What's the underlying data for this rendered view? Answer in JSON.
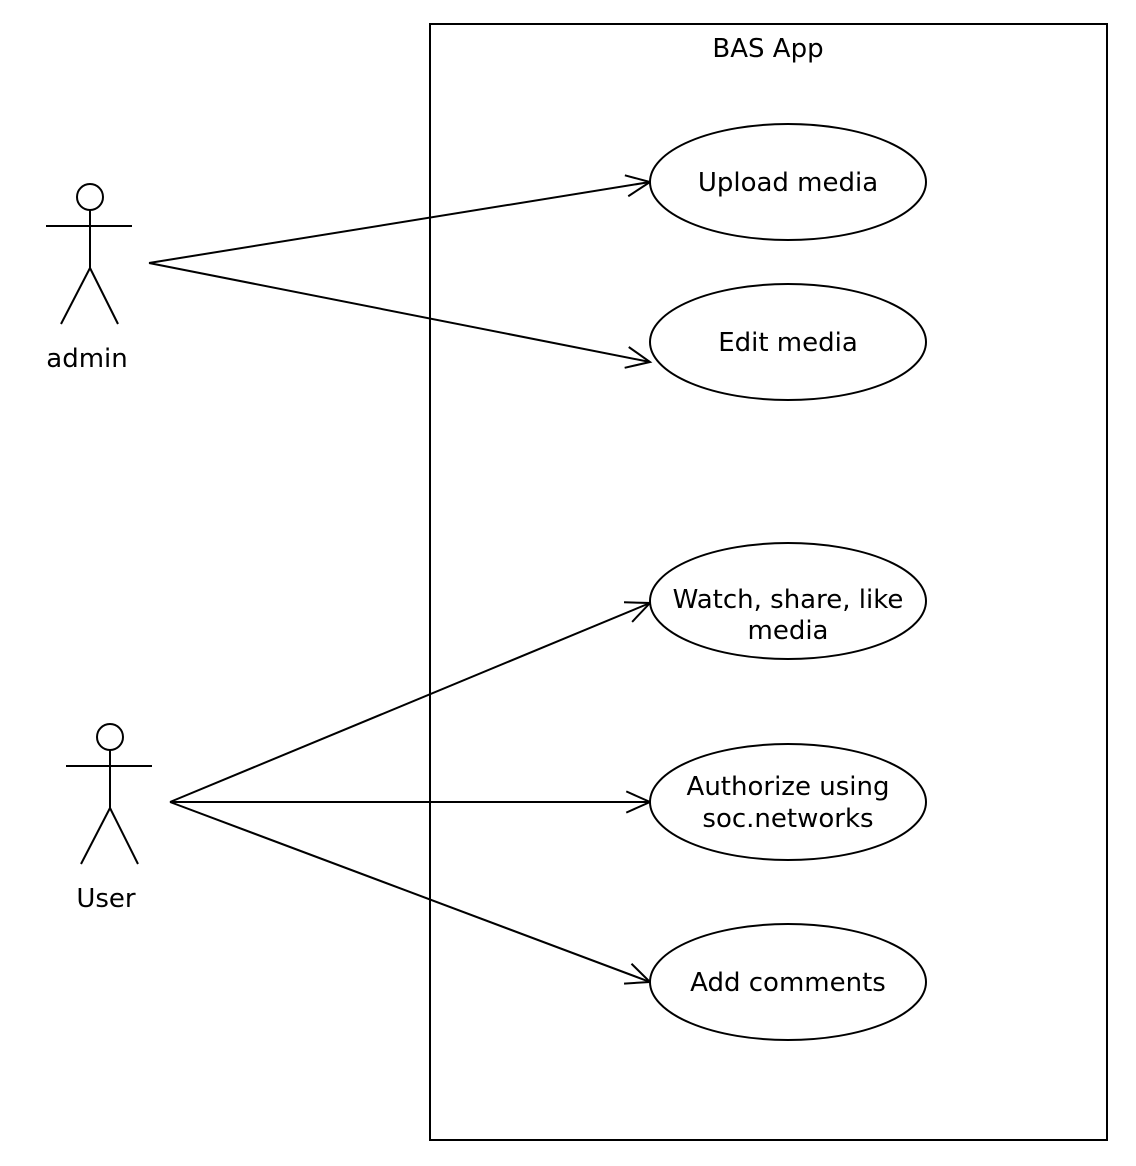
{
  "system": {
    "title": "BAS App"
  },
  "actors": [
    {
      "id": "admin",
      "label": "admin"
    },
    {
      "id": "user",
      "label": "User"
    }
  ],
  "use_cases": [
    {
      "id": "upload",
      "lines": [
        "Upload media"
      ]
    },
    {
      "id": "edit",
      "lines": [
        "Edit media"
      ]
    },
    {
      "id": "watch",
      "lines": [
        "Watch, share, like",
        "media"
      ]
    },
    {
      "id": "authorize",
      "lines": [
        "Authorize using",
        "soc.networks"
      ]
    },
    {
      "id": "comments",
      "lines": [
        "Add comments"
      ]
    }
  ],
  "associations": [
    {
      "from": "admin",
      "to": "upload"
    },
    {
      "from": "admin",
      "to": "edit"
    },
    {
      "from": "user",
      "to": "watch"
    },
    {
      "from": "user",
      "to": "authorize"
    },
    {
      "from": "user",
      "to": "comments"
    }
  ],
  "colors": {
    "line": "#000000",
    "background": "#ffffff"
  }
}
